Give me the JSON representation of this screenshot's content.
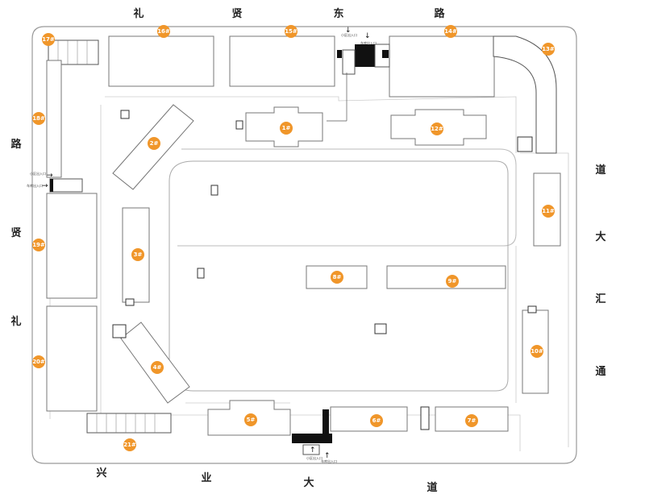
{
  "roads": {
    "north": [
      "礼",
      "贤",
      "东",
      "路"
    ],
    "west": [
      "路",
      "贤",
      "礼"
    ],
    "east": [
      "道",
      "大",
      "汇",
      "通"
    ],
    "south": [
      "兴",
      "业",
      "大",
      "道"
    ]
  },
  "buildings": [
    "17#",
    "16#",
    "15#",
    "14#",
    "13#",
    "18#",
    "1#",
    "12#",
    "2#",
    "11#",
    "19#",
    "3#",
    "8#",
    "9#",
    "10#",
    "4#",
    "20#",
    "5#",
    "6#",
    "7#",
    "21#"
  ],
  "gates": [
    "小区出入口",
    "车库出入口",
    "小区出入口",
    "车库出入口",
    "小区出入口",
    "车库出入口"
  ],
  "colors": {
    "label": "#f0962a",
    "line": "#888888",
    "dark": "#111111"
  }
}
